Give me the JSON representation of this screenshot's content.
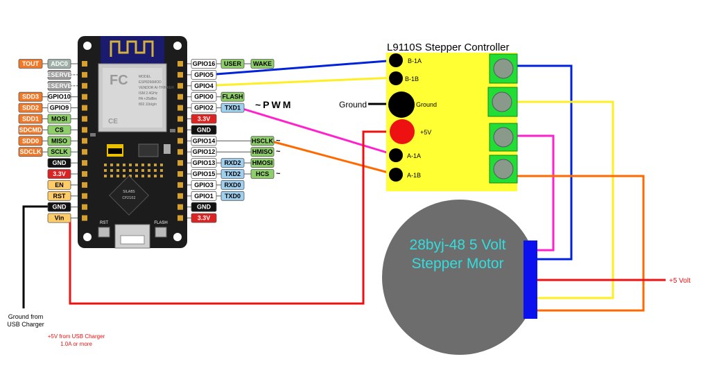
{
  "controller": {
    "title": "L9110S Stepper Controller",
    "pins": {
      "b1a": "B-1A",
      "b1b": "B-1B",
      "ground": "Ground",
      "v5": "+5V",
      "a1a": "A-1A",
      "a1b": "A-1B"
    },
    "ground_label": "Ground"
  },
  "motor": {
    "line1": "28byj-48 5 Volt",
    "line2": "Stepper Motor"
  },
  "pwm_label": "~PWM",
  "notes": {
    "v5_right": "+5 Volt",
    "ground_charger_1": "Ground from",
    "ground_charger_2": "USB Charger",
    "v5_charger_1": "+5V from USB Charger",
    "v5_charger_2": "1.0A or more"
  },
  "left_pins": [
    {
      "outer": "TOUT",
      "inner": "ADC0"
    },
    {
      "outer": "",
      "inner": "RESERVED"
    },
    {
      "outer": "",
      "inner": "RESERVED"
    },
    {
      "outer": "SDD3",
      "inner": "GPIO10"
    },
    {
      "outer": "SDD2",
      "inner": "GPIO9"
    },
    {
      "outer": "SDD1",
      "inner": "MOSI"
    },
    {
      "outer": "SDCMD",
      "inner": "CS"
    },
    {
      "outer": "SDD0",
      "inner": "MISO"
    },
    {
      "outer": "SDCLK",
      "inner": "SCLK"
    },
    {
      "outer": "",
      "inner": "GND"
    },
    {
      "outer": "",
      "inner": "3.3V"
    },
    {
      "outer": "",
      "inner": "EN"
    },
    {
      "outer": "",
      "inner": "RST"
    },
    {
      "outer": "",
      "inner": "GND"
    },
    {
      "outer": "",
      "inner": "Vin"
    }
  ],
  "right_pins": [
    {
      "inner": "GPIO16",
      "outer": "USER",
      "extra": "WAKE"
    },
    {
      "inner": "GPIO5",
      "outer": "",
      "extra": ""
    },
    {
      "inner": "GPIO4",
      "outer": "",
      "extra": ""
    },
    {
      "inner": "GPIO0",
      "outer": "FLASH",
      "extra": ""
    },
    {
      "inner": "GPIO2",
      "outer": "TXD1",
      "extra": ""
    },
    {
      "inner": "3.3V",
      "outer": "",
      "extra": ""
    },
    {
      "inner": "GND",
      "outer": "",
      "extra": ""
    },
    {
      "inner": "GPIO14",
      "outer": "HSCLK",
      "extra": "~"
    },
    {
      "inner": "GPIO12",
      "outer": "HMISO",
      "extra": "~"
    },
    {
      "inner": "GPIO13",
      "outer": "RXD2",
      "extra": "HMOSI"
    },
    {
      "inner": "GPIO15",
      "outer": "TXD2",
      "extra": "HCS ~"
    },
    {
      "inner": "GPIO3",
      "outer": "RXD0",
      "extra": ""
    },
    {
      "inner": "GPIO1",
      "outer": "TXD0",
      "extra": ""
    },
    {
      "inner": "GND",
      "outer": "",
      "extra": ""
    },
    {
      "inner": "3.3V",
      "outer": "",
      "extra": ""
    }
  ],
  "board": {
    "chip_lines": [
      "MODEL",
      "ESP8266MOD",
      "VENDOR AI-THINKER",
      "ISM 2.4GHz",
      "PA +25dBm",
      "802.11b/g/n"
    ],
    "usb_chip": [
      "SILABS",
      "CP2102"
    ],
    "rst_label": "RST",
    "flash_label": "FLASH"
  },
  "colors": {
    "blue": "#0022dd",
    "yellow": "#ffff33",
    "magenta": "#ff22cc",
    "orange": "#ff6a00",
    "red": "#ee1111",
    "controller_fill": "#ffff33",
    "terminal_green": "#22dd33",
    "motor_gray": "#6d6d6d",
    "motor_text": "#33dddd"
  }
}
